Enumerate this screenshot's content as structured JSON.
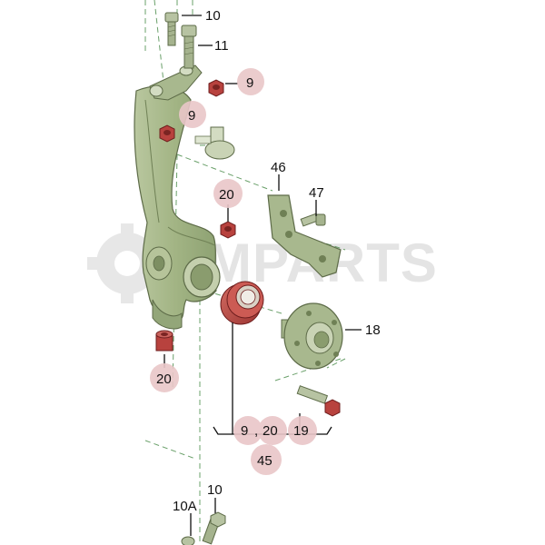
{
  "watermark": {
    "text": "PMPARTS"
  },
  "colors": {
    "part_fill": "#a8b88e",
    "part_dark": "#7f9568",
    "part_light": "#d3dcc2",
    "bolt_red": "#a8323a",
    "bearing_red": "#b8423e",
    "callout_circle": "#e9c6c8",
    "dash": "#6aa06a"
  },
  "callouts": {
    "c10_top": "10",
    "c11": "11",
    "c9_right": "9",
    "c9_mid": "9",
    "c46": "46",
    "c47": "47",
    "c20_upper": "20",
    "c18": "18",
    "c20_lower": "20",
    "c9_bottom": "9",
    "comma": ",",
    "c20_bottom": "20",
    "c19": "19",
    "c45": "45",
    "c10_bottom": "10",
    "c10A": "10A"
  }
}
